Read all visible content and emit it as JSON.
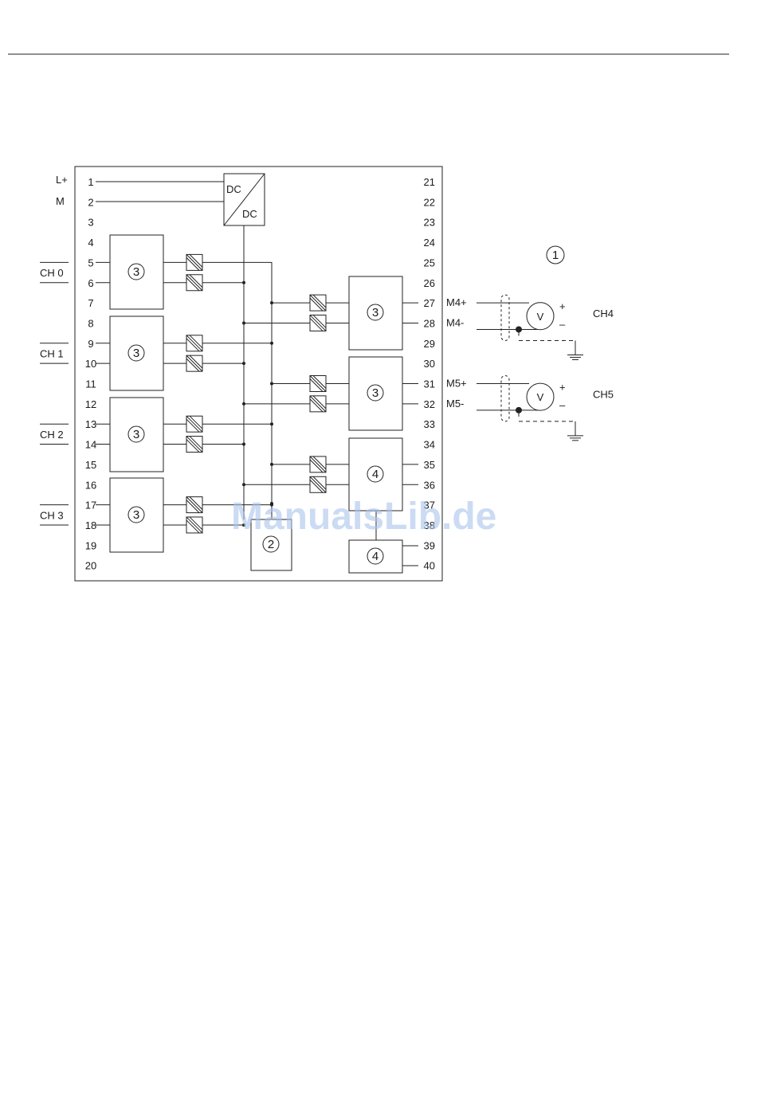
{
  "pins_left": [
    "1",
    "2",
    "3",
    "4",
    "5",
    "6",
    "7",
    "8",
    "9",
    "10",
    "11",
    "12",
    "13",
    "14",
    "15",
    "16",
    "17",
    "18",
    "19",
    "20"
  ],
  "pins_right": [
    "21",
    "22",
    "23",
    "24",
    "25",
    "26",
    "27",
    "28",
    "29",
    "30",
    "31",
    "32",
    "33",
    "34",
    "35",
    "36",
    "37",
    "38",
    "39",
    "40"
  ],
  "supply": {
    "lplus": "L+",
    "m": "M",
    "dc_in": "DC",
    "dc_out": "DC"
  },
  "channels_left": [
    "CH 0",
    "CH 1",
    "CH 2",
    "CH 3"
  ],
  "blocks": {
    "b3": "3",
    "b2": "2",
    "b4": "4",
    "callout1": "1"
  },
  "sensors": [
    {
      "plus": "M4+",
      "minus": "M4-",
      "meter": "V",
      "pol_plus": "+",
      "pol_minus": "–",
      "channel": "CH4"
    },
    {
      "plus": "M5+",
      "minus": "M5-",
      "meter": "V",
      "pol_plus": "+",
      "pol_minus": "–",
      "channel": "CH5"
    }
  ],
  "watermark": "ManualsLib.de"
}
